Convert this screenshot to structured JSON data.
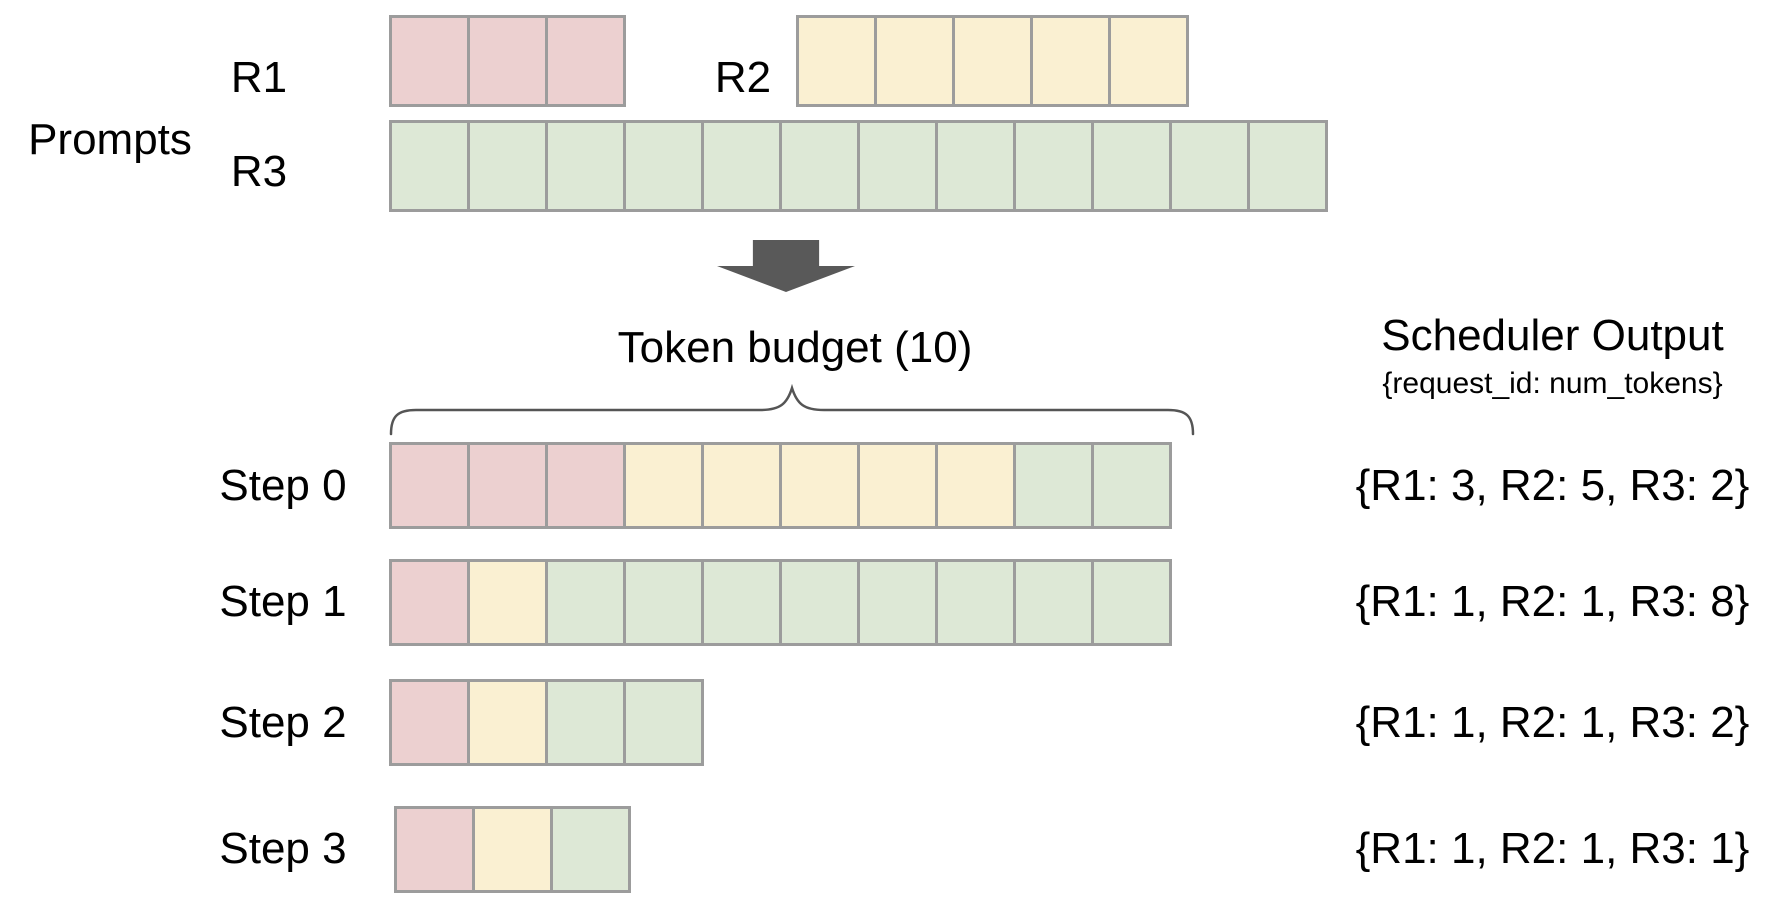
{
  "palette": {
    "pink": "#ecd0d0",
    "yellow": "#faf0d2",
    "green": "#dde8d6",
    "cell_border": "#9c9c9c",
    "arrow": "#595959",
    "brace": "#555555",
    "text": "#000000",
    "background": "#ffffff"
  },
  "prompts": {
    "section_label": "Prompts",
    "requests": [
      {
        "id": "R1",
        "color": "pink",
        "num_tokens": 3,
        "segments": [
          [
            "pink",
            3
          ]
        ]
      },
      {
        "id": "R2",
        "color": "yellow",
        "num_tokens": 5,
        "segments": [
          [
            "yellow",
            5
          ]
        ]
      },
      {
        "id": "R3",
        "color": "green",
        "num_tokens": 12,
        "segments": [
          [
            "green",
            12
          ]
        ]
      }
    ]
  },
  "token_budget": {
    "label": "Token budget (10)",
    "value": 10
  },
  "scheduler_output": {
    "title": "Scheduler Output",
    "subtitle": "{request_id: num_tokens}"
  },
  "steps": [
    {
      "label": "Step 0",
      "segments": [
        [
          "pink",
          3
        ],
        [
          "yellow",
          5
        ],
        [
          "green",
          2
        ]
      ],
      "output": "{R1: 3, R2: 5, R3: 2}"
    },
    {
      "label": "Step 1",
      "segments": [
        [
          "pink",
          1
        ],
        [
          "yellow",
          1
        ],
        [
          "green",
          8
        ]
      ],
      "output": "{R1: 1, R2: 1, R3: 8}"
    },
    {
      "label": "Step 2",
      "segments": [
        [
          "pink",
          1
        ],
        [
          "yellow",
          1
        ],
        [
          "green",
          2
        ]
      ],
      "output": "{R1: 1, R2: 1, R3: 2}"
    },
    {
      "label": "Step 3",
      "segments": [
        [
          "pink",
          1
        ],
        [
          "yellow",
          1
        ],
        [
          "green",
          1
        ]
      ],
      "output": "{R1: 1, R2: 1, R3: 1}"
    }
  ]
}
